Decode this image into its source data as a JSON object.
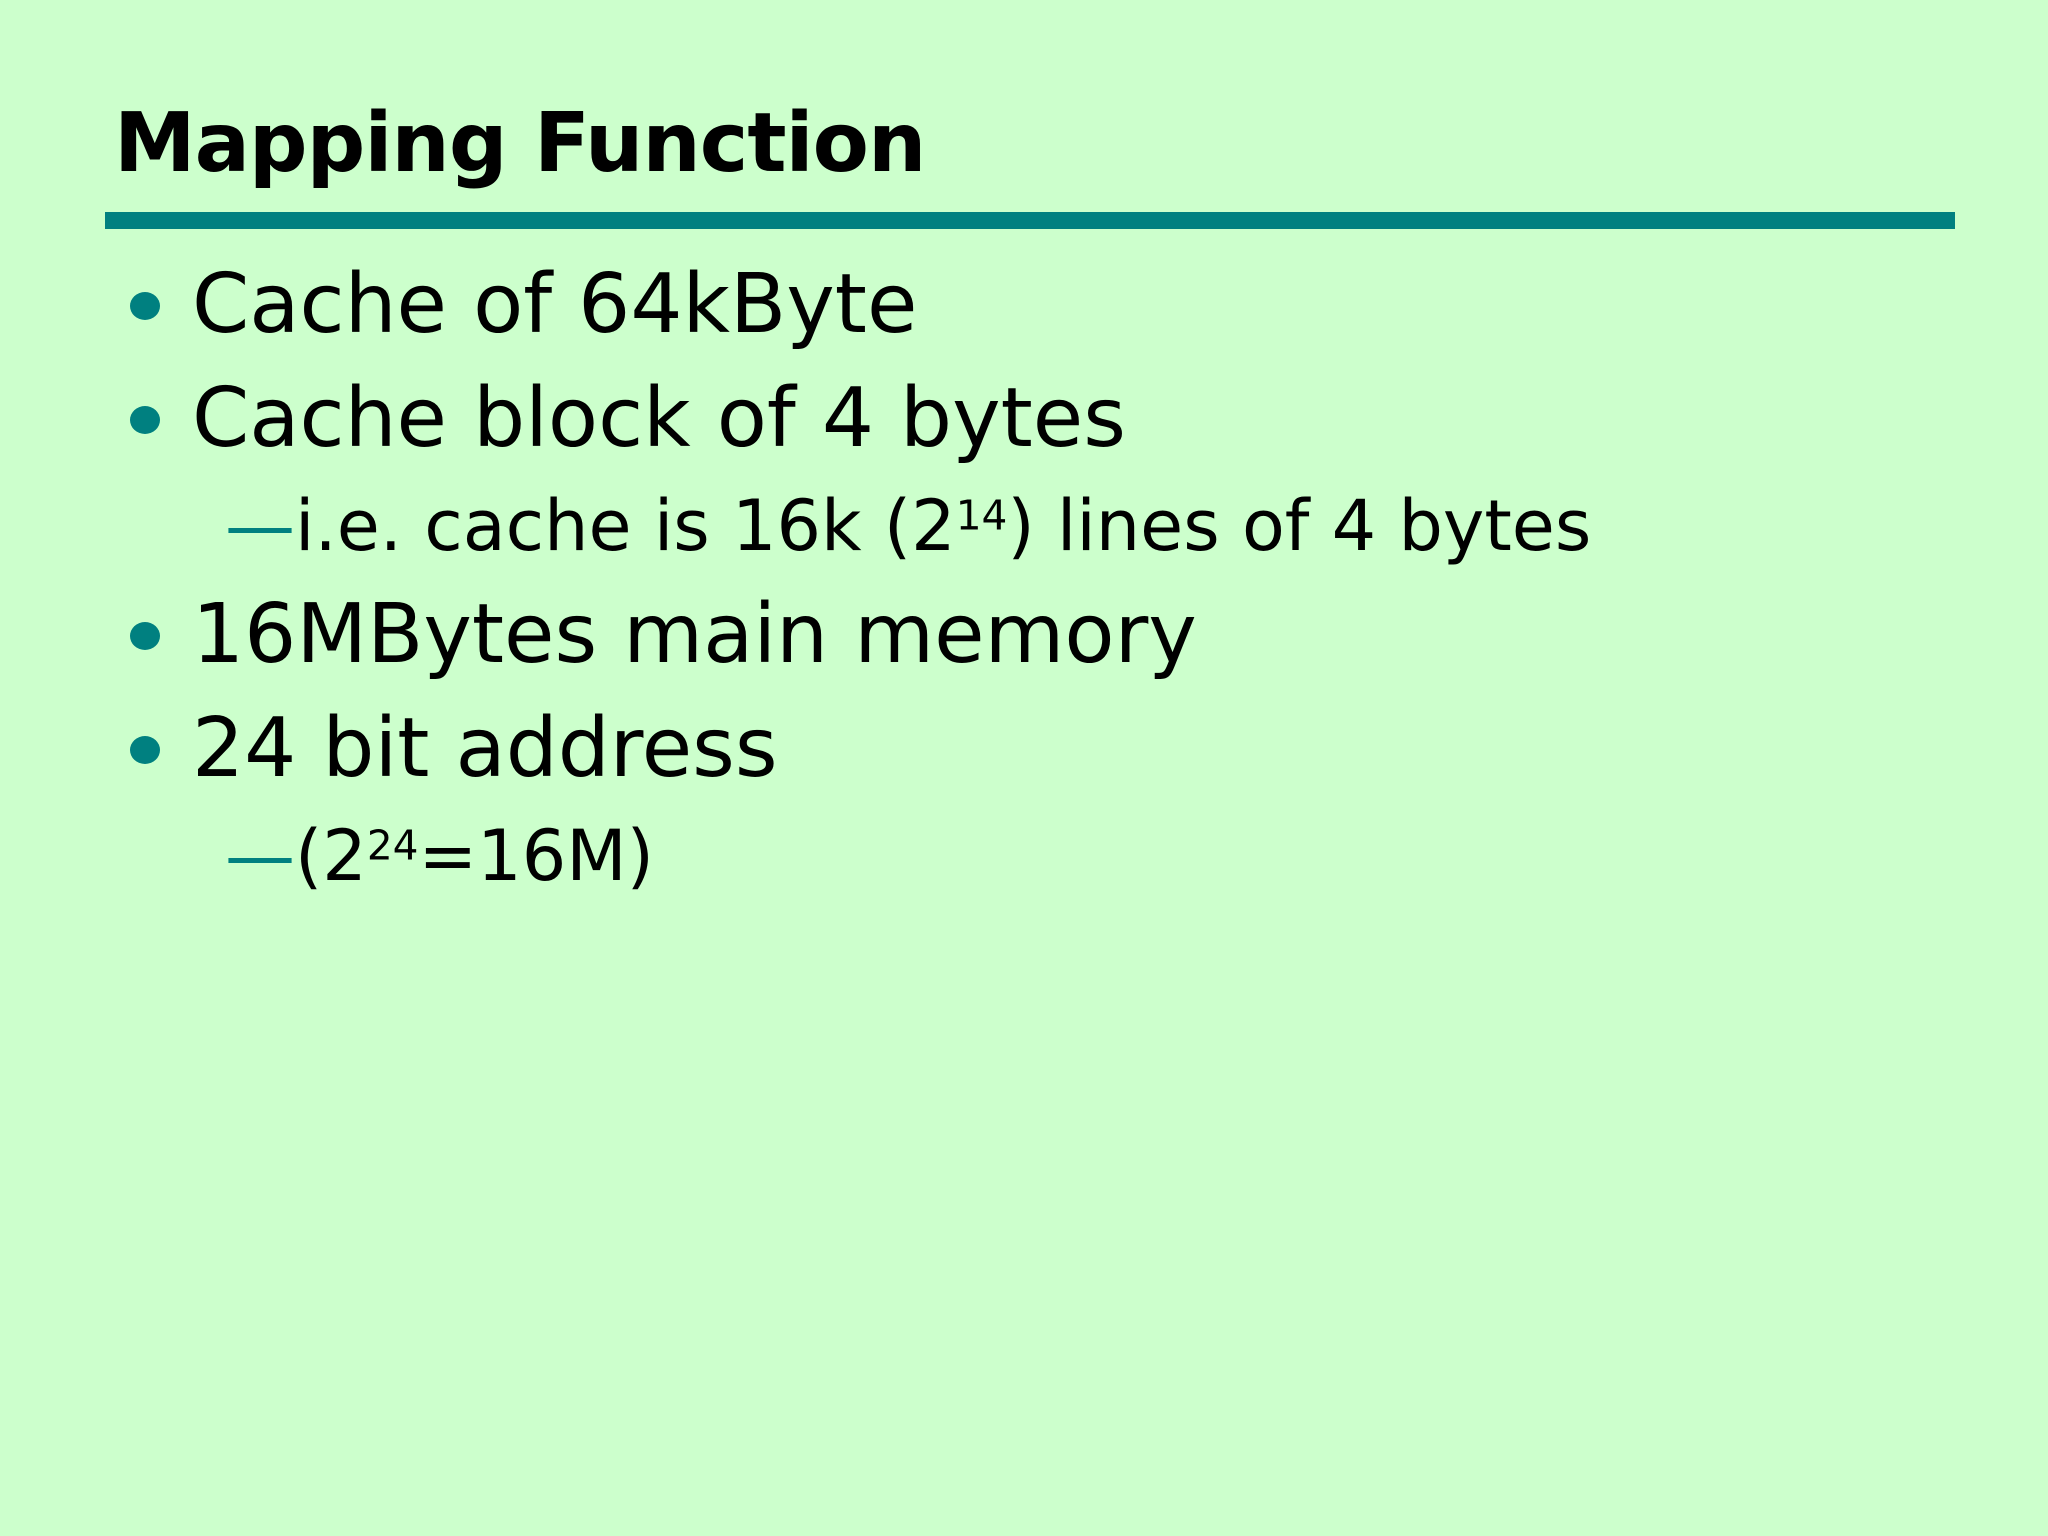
{
  "slide": {
    "title": "Mapping Function",
    "background_color": "#ccffcc",
    "accent_color": "#008080",
    "text_color": "#000000",
    "dash_glyph": "—",
    "bullets": [
      {
        "level": 1,
        "parts": [
          {
            "t": "Cache of 64kByte"
          }
        ]
      },
      {
        "level": 1,
        "parts": [
          {
            "t": "Cache block of 4 bytes"
          }
        ]
      },
      {
        "level": 2,
        "parts": [
          {
            "t": "i.e. cache is 16k (2"
          },
          {
            "sup": "14"
          },
          {
            "t": ") lines of 4 bytes"
          }
        ]
      },
      {
        "level": 1,
        "parts": [
          {
            "t": "16MBytes main memory"
          }
        ]
      },
      {
        "level": 1,
        "parts": [
          {
            "t": "24 bit address"
          }
        ]
      },
      {
        "level": 2,
        "parts": [
          {
            "t": "(2"
          },
          {
            "sup": "24"
          },
          {
            "t": "=16M)"
          }
        ]
      }
    ]
  }
}
